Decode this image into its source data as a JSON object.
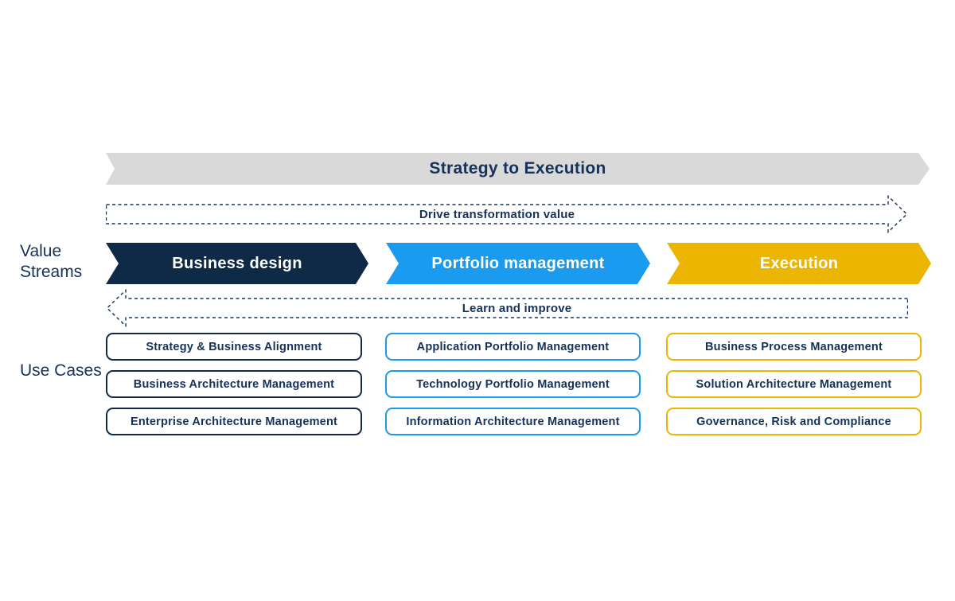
{
  "diagram_title": "Strategy to Execution",
  "colors": {
    "navy": "#0e2a47",
    "blue": "#1b9bf0",
    "yellow": "#ecb502",
    "gray_banner": "#d9d9d9",
    "text_navy": "#14325b",
    "white": "#ffffff"
  },
  "banner": {
    "title": "Strategy to Execution"
  },
  "flows": {
    "forward": {
      "label": "Drive transformation value",
      "direction": "right"
    },
    "backward": {
      "label": "Learn and improve",
      "direction": "left"
    }
  },
  "row_labels": {
    "value_streams": "Value Streams",
    "use_cases": "Use Cases"
  },
  "value_streams": [
    {
      "label": "Business design",
      "color": "#0e2a47"
    },
    {
      "label": "Portfolio management",
      "color": "#1b9bf0"
    },
    {
      "label": "Execution",
      "color": "#ecb502"
    }
  ],
  "use_cases": [
    {
      "stream": "Business design",
      "items": [
        "Strategy & Business Alignment",
        "Business Architecture Management",
        "Enterprise Architecture Management"
      ]
    },
    {
      "stream": "Portfolio management",
      "items": [
        "Application Portfolio Management",
        "Technology Portfolio Management",
        "Information Architecture Management"
      ]
    },
    {
      "stream": "Execution",
      "items": [
        "Business Process Management",
        "Solution Architecture Management",
        "Governance, Risk and Compliance"
      ]
    }
  ]
}
